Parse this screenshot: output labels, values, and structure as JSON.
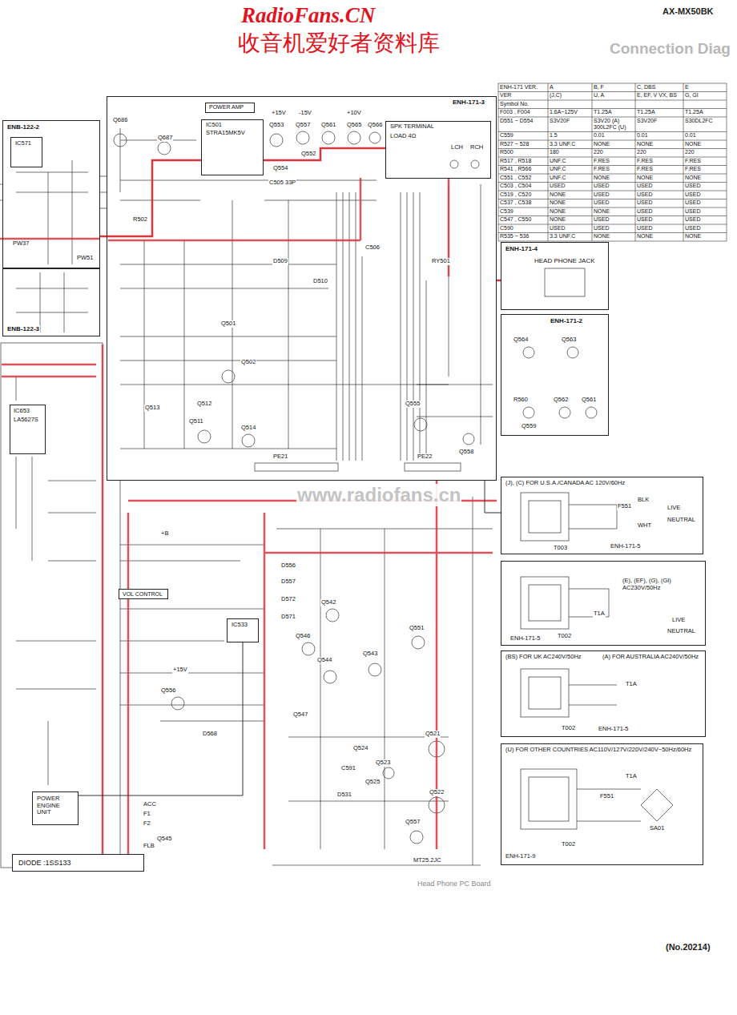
{
  "diagram": {
    "nodes": [
      {
        "text": [
          "ENH-171-3"
        ]
      },
      {
        "text": [
          "POWER AMP"
        ],
        "in": 0
      },
      {
        "text": [
          "IC501",
          "STRA15MK5V"
        ],
        "in": 0
      },
      {
        "text": [
          "SPK TERMINAL",
          "LOAD 4Ω",
          "LCH",
          "RCH"
        ],
        "in": 0
      },
      {
        "text": [
          "ENB-122-2"
        ]
      },
      {
        "text": [
          "IC571"
        ],
        "in": 4
      },
      {
        "text": [
          "ENB-122-3"
        ]
      },
      {
        "text": [
          "IC653",
          "LA5627S"
        ]
      },
      {
        "text": [
          "ENH-171-4",
          "HEAD PHONE JACK"
        ]
      },
      {
        "text": [
          "ENH-171-2"
        ]
      },
      {
        "text": [
          "VOL CONTROL"
        ]
      },
      {
        "text": [
          "IC533"
        ]
      },
      {
        "text": [
          "POWER ENGINE UNIT"
        ]
      },
      {
        "text": [
          "(J), (C) FOR U.S.A./CANADA AC 120V/60Hz",
          "ENH-171-5"
        ]
      },
      {
        "text": [
          "(E), (EF), (G), (GI) AC230V/50Hz",
          "ENH-171-5"
        ]
      },
      {
        "text": [
          "(BS) FOR UK AC240V/50Hz",
          "(A) FOR AUSTRALIA AC240V/50Hz",
          "ENH-171-5"
        ]
      },
      {
        "text": [
          "(U) FOR OTHER COUNTRIES AC110V/127V/220V/240V~50Hz/60Hz",
          "ENH-171-9"
        ]
      },
      {
        "text": [
          "DIODE :1SS133"
        ]
      }
    ],
    "edges": [
      {
        "from": 4,
        "to": 2,
        "arrow": "none"
      },
      {
        "from": 2,
        "to": 3,
        "arrow": "none"
      },
      {
        "from": 0,
        "to": 8,
        "arrow": "none"
      },
      {
        "from": 0,
        "to": 13,
        "arrow": "none"
      },
      {
        "from": 11,
        "to": 12,
        "arrow": "none"
      }
    ],
    "labels": [
      "RadioFans.CN",
      "收音机爱好者资料库",
      "AX-MX50BK",
      "Connection Diag",
      "www.radiofans.cn",
      "Head Phone PC Board",
      "(No.20214)",
      "ENH-171 VER.",
      "A",
      "B, F",
      "C, DBS",
      "E",
      "VER",
      "(J,C)",
      "U, A",
      "E, EF, V VX, BS",
      "G, GI",
      "Symbol No.",
      "F003 , F004",
      "1.6A~125V",
      "T1.25A",
      "T1.25A",
      "T1.25A",
      "D551 ~ D554",
      "S3V20F",
      "S3V20 (A) 300L2FC (U)",
      "S3V20F",
      "S30DL2FC",
      "C559",
      "1.5",
      "0.01",
      "0.01",
      "0.01",
      "R527 ~ 528",
      "3.3 UNF.C",
      "NONE",
      "NONE",
      "NONE",
      "R500",
      "180",
      "220",
      "220",
      "220",
      "R517 , R518",
      "UNF.C",
      "F.RES",
      "F.RES",
      "F.RES",
      "R541 , R566",
      "UNF.C",
      "F.RES",
      "F.RES",
      "F.RES",
      "C551 , C552",
      "UNF.C",
      "NONE",
      "NONE",
      "NONE",
      "C503 , C504",
      "USED",
      "USED",
      "USED",
      "USED",
      "C519 , C520",
      "NONE",
      "USED",
      "USED",
      "USED",
      "C537 , C538",
      "NONE",
      "USED",
      "USED",
      "USED",
      "C539",
      "NONE",
      "NONE",
      "USED",
      "USED",
      "C547 , C550",
      "NONE",
      "USED",
      "USED",
      "USED",
      "C590",
      "USED",
      "USED",
      "USED",
      "USED",
      "R535 ~ 536",
      "3.3 UNF.C",
      "NONE",
      "NONE",
      "NONE",
      "Q686",
      "Q687",
      "+15V",
      "-15V",
      "+10V",
      "Q553",
      "Q557",
      "Q561",
      "Q565",
      "Q566",
      "Q554",
      "Q552",
      "C505 33P",
      "R502",
      "Q501",
      "Q502",
      "Q513",
      "Q511",
      "Q512",
      "Q514",
      "D509",
      "D510",
      "C506",
      "RY501",
      "Q555",
      "Q558",
      "PE21",
      "PE22",
      "Q564",
      "Q563",
      "R560",
      "Q562",
      "Q561",
      "Q559",
      "+B",
      "D556",
      "D557",
      "D572",
      "D571",
      "Q542",
      "Q546",
      "Q544",
      "Q543",
      "Q551",
      "Q547",
      "Q556",
      "D568",
      "Q524",
      "Q521",
      "Q523",
      "Q525",
      "D531",
      "Q522",
      "Q557",
      "Q545",
      "MT25.2JC",
      "ACC",
      "F1",
      "F2",
      "FLB",
      "C591",
      "+15V",
      "PW37",
      "PW51",
      "F551",
      "LIVE",
      "NEUTRAL",
      "BLK",
      "WHT",
      "T003",
      "T002",
      "T1A",
      "LIVE",
      "NEUTRAL",
      "T1A",
      "T002",
      "F551",
      "T1A",
      "SA01",
      "T002"
    ]
  }
}
